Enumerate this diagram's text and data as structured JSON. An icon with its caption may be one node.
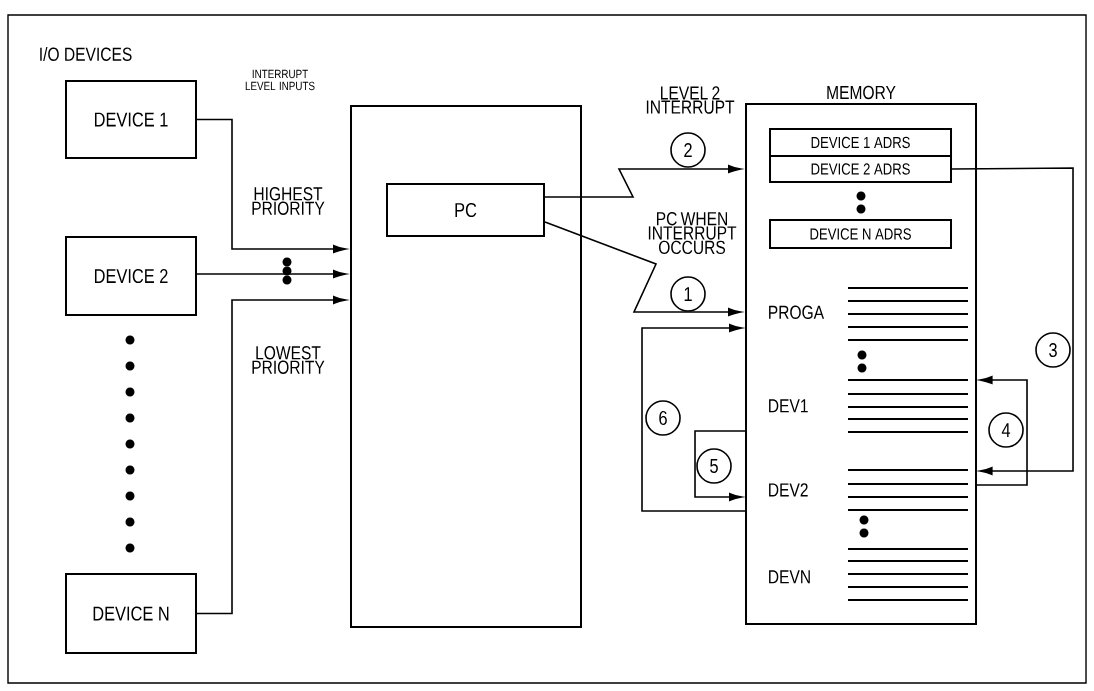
{
  "diagram": {
    "nodes": [
      {
        "text": [
          "DEVICE 1"
        ]
      },
      {
        "text": [
          "DEVICE 2"
        ]
      },
      {
        "text": [
          "DEVICE N"
        ]
      },
      {
        "text": [],
        "shape": "box"
      },
      {
        "text": [
          "PC"
        ],
        "in": 3
      },
      {
        "text": [
          "MEMORY"
        ]
      },
      {
        "text": [
          "DEVICE 1 ADRS"
        ],
        "in": 5
      },
      {
        "text": [
          "DEVICE 2 ADRS"
        ],
        "in": 5
      },
      {
        "text": [
          "DEVICE N ADRS"
        ],
        "in": 5
      },
      {
        "text": [
          "PROGA"
        ],
        "in": 5
      },
      {
        "text": [
          "DEV1"
        ],
        "in": 5
      },
      {
        "text": [
          "DEV2"
        ],
        "in": 5
      },
      {
        "text": [
          "DEVN"
        ],
        "in": 5
      }
    ],
    "edges": [
      {
        "from": 0,
        "to": 3,
        "arrow": "to"
      },
      {
        "from": 1,
        "to": 3,
        "arrow": "to"
      },
      {
        "from": 2,
        "to": 3,
        "arrow": "to"
      },
      {
        "from": 4,
        "to": 5,
        "arrow": "to",
        "label": "2"
      },
      {
        "from": 4,
        "to": 5,
        "arrow": "to",
        "label": "1"
      },
      {
        "from": 7,
        "to": 11,
        "arrow": "to",
        "label": "3"
      },
      {
        "from": 11,
        "to": 10,
        "arrow": "to",
        "label": "4"
      },
      {
        "from": 10,
        "to": 11,
        "arrow": "to",
        "label": "5"
      },
      {
        "from": 11,
        "to": 9,
        "arrow": "to",
        "label": "6"
      }
    ],
    "labels": [
      "I/O DEVICES",
      "INTERRUPT LEVEL INPUTS",
      "HIGHEST PRIORITY",
      "LOWEST PRIORITY",
      "LEVEL 2 INTERRUPT",
      "PC WHEN INTERRUPT OCCURS"
    ]
  }
}
